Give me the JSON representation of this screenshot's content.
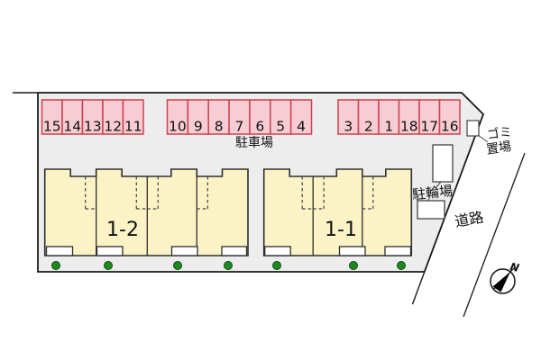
{
  "title": "site-plan",
  "parking": {
    "label": "駐車場",
    "groups": [
      {
        "spaces": [
          "15",
          "14",
          "13",
          "12",
          "11"
        ]
      },
      {
        "spaces": [
          "10",
          "9",
          "8",
          "7",
          "6",
          "5",
          "4"
        ]
      },
      {
        "spaces": [
          "3",
          "2",
          "1",
          "18",
          "17",
          "16"
        ]
      }
    ]
  },
  "buildings": [
    {
      "label": "1-2"
    },
    {
      "label": "1-1"
    }
  ],
  "labels": {
    "garbage_line1": "ゴミ",
    "garbage_line2": "置場",
    "bicycle": "駐輪場",
    "road": "道路",
    "compass_north": "N"
  },
  "colors": {
    "site_fill": "#ededed",
    "outline": "#1a1a1a",
    "parking_fill": "#f8ccd3",
    "parking_stroke": "#c9434f",
    "building_fill": "#fbf3c5",
    "building_stroke": "#2f2f2f",
    "tree_green": "#1d8a1f",
    "tree_green_dark": "#0c4d0e"
  }
}
